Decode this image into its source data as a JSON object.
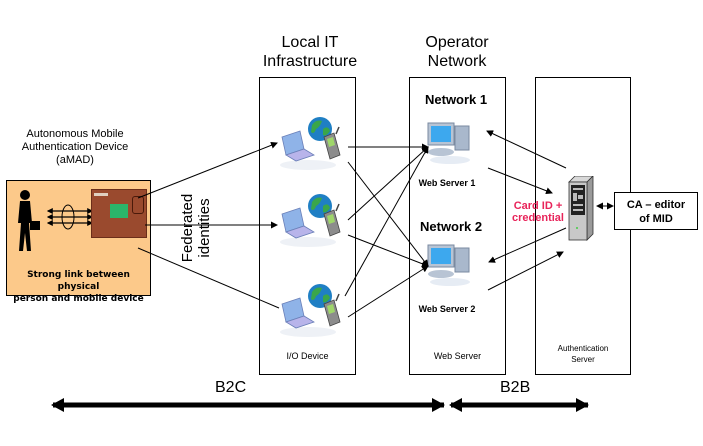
{
  "amad": {
    "title_lines": [
      "Autonomous Mobile",
      "Authentication Device",
      "(aMAD)"
    ],
    "caption_lines": [
      "Strong link between physical",
      "person and mobile device"
    ],
    "background_color": "#fcc98a"
  },
  "federated_label_lines": [
    "Federated",
    "identities"
  ],
  "columns": {
    "local_it": {
      "title_lines": [
        "Local IT",
        "Infrastructure"
      ],
      "footer": "I/O Device"
    },
    "operator": {
      "title_lines": [
        "Operator",
        "Network"
      ],
      "networks": [
        {
          "label": "Network 1",
          "server_label": "Web Server 1"
        },
        {
          "label": "Network 2",
          "server_label": "Web Server 2"
        }
      ],
      "footer": "Web Server"
    },
    "auth": {
      "footer_lines": [
        "Authentication",
        "Server"
      ]
    }
  },
  "card_label_lines": [
    "Card ID +",
    "credential"
  ],
  "card_label_color": "#e8245a",
  "ca_box_lines": [
    "CA – editor",
    "of MID"
  ],
  "scopes": [
    {
      "label": "B2C"
    },
    {
      "label": "B2B"
    }
  ]
}
